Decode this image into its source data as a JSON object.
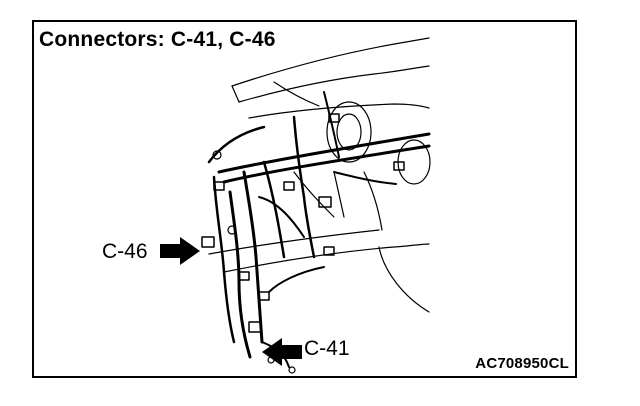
{
  "title": "Connectors: C-41, C-46",
  "figure_code": "AC708950CL",
  "callouts": [
    {
      "label": "C-46"
    },
    {
      "label": "C-41"
    }
  ],
  "colors": {
    "line": "#000000",
    "background": "#ffffff"
  }
}
